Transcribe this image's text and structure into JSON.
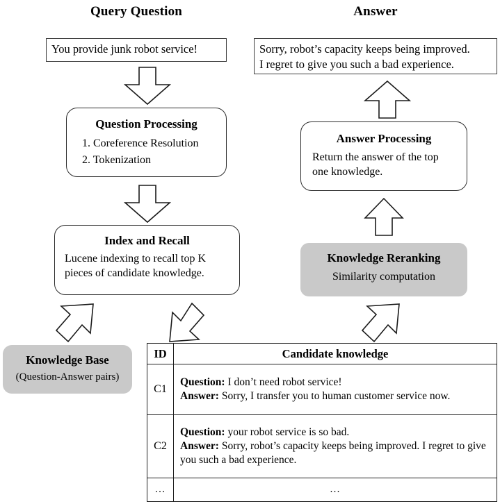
{
  "headings": {
    "query": "Query Question",
    "answer": "Answer"
  },
  "boxes": {
    "query_input": {
      "text": "You provide junk robot service!"
    },
    "answer_output": {
      "line1": "Sorry, robot’s capacity keeps being improved.",
      "line2": "I regret to give you such a bad experience."
    },
    "question_processing": {
      "title": "Question Processing",
      "step1": "1. Coreference Resolution",
      "step2": "2. Tokenization"
    },
    "index_and_recall": {
      "title": "Index and Recall",
      "body": "Lucene indexing to recall top K pieces of candidate knowledge."
    },
    "answer_processing": {
      "title": "Answer Processing",
      "body": "Return the answer of the top one knowledge."
    },
    "knowledge_reranking": {
      "title": "Knowledge Reranking",
      "subtitle": "Similarity computation"
    },
    "knowledge_base": {
      "title": "Knowledge Base",
      "subtitle": "(Question-Answer pairs)"
    }
  },
  "table": {
    "headers": {
      "id": "ID",
      "knowledge": "Candidate knowledge"
    },
    "rows": [
      {
        "id": "C1",
        "question_label": "Question:",
        "question_text": " I don’t need robot service!",
        "answer_label": "Answer:",
        "answer_text": " Sorry, I transfer you to human customer service now."
      },
      {
        "id": "C2",
        "question_label": "Question:",
        "question_text": " your robot service is so bad.",
        "answer_label": "Answer:",
        "answer_text": " Sorry, robot’s capacity keeps being improved. I regret to give you such a bad experience."
      }
    ],
    "ellipsis_id": "…",
    "ellipsis_knowledge": "…"
  },
  "arrows": {
    "query_to_question_processing": "down",
    "question_processing_to_index": "down",
    "knowledge_base_to_index": "up-right",
    "index_to_candidate_table": "down-right",
    "candidate_table_to_reranking": "up-right",
    "reranking_to_answer_processing": "up",
    "answer_processing_to_answer": "up"
  },
  "colors": {
    "shaded_box": "#c9c9c9",
    "stroke": "#1a1a1a",
    "background": "#ffffff"
  }
}
